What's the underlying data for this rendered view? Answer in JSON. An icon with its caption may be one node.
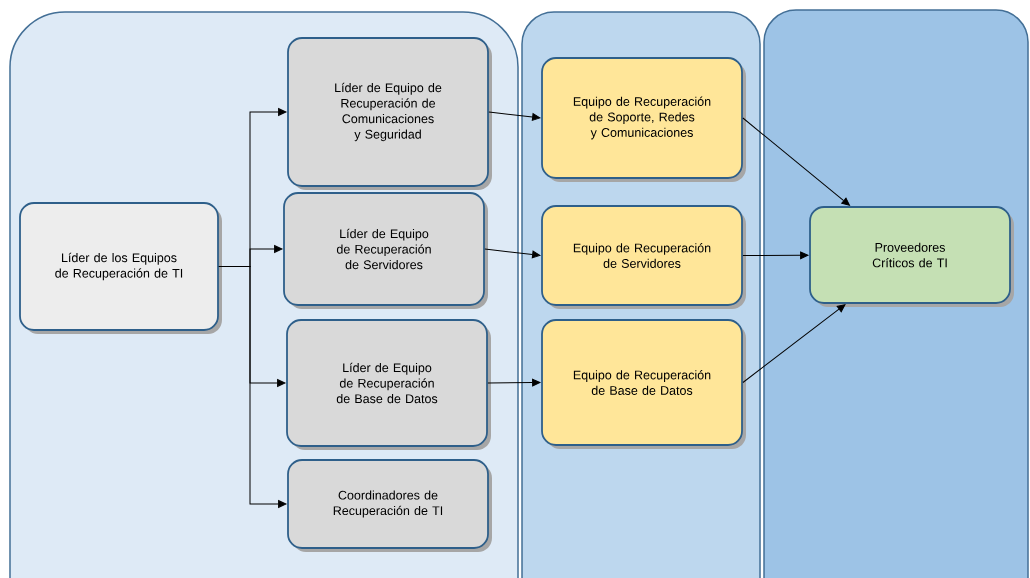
{
  "diagram": {
    "nodes": [
      {
        "text": [],
        "shape": "box"
      },
      {
        "text": [],
        "shape": "box"
      },
      {
        "text": [],
        "shape": "box"
      },
      {
        "text": [
          "Líder de los Equipos de Recuperación de TI"
        ],
        "in": 0
      },
      {
        "text": [
          "Líder de Equipo de Recuperación de Comunicaciones y Seguridad"
        ],
        "in": 0
      },
      {
        "text": [
          "Líder de Equipo de Recuperación de Servidores"
        ],
        "in": 0
      },
      {
        "text": [
          "Líder de Equipo de Recuperación de Base de Datos"
        ],
        "in": 0
      },
      {
        "text": [
          "Coordinadores de Recuperación de TI"
        ],
        "in": 0
      },
      {
        "text": [
          "Equipo de Recuperación de Soporte, Redes y Comunicaciones"
        ],
        "in": 1
      },
      {
        "text": [
          "Equipo de Recuperación de Servidores"
        ],
        "in": 1
      },
      {
        "text": [
          "Equipo de Recuperación de Base de Datos"
        ],
        "in": 1
      },
      {
        "text": [
          "Proveedores Críticos de TI"
        ],
        "in": 2
      }
    ],
    "edges": [
      {
        "from": 3,
        "to": 4,
        "arrow": "to"
      },
      {
        "from": 3,
        "to": 5,
        "arrow": "to"
      },
      {
        "from": 3,
        "to": 6,
        "arrow": "to"
      },
      {
        "from": 3,
        "to": 7,
        "arrow": "to"
      },
      {
        "from": 4,
        "to": 8,
        "arrow": "to"
      },
      {
        "from": 5,
        "to": 9,
        "arrow": "to"
      },
      {
        "from": 6,
        "to": 10,
        "arrow": "to"
      },
      {
        "from": 8,
        "to": 11,
        "arrow": "to"
      },
      {
        "from": 9,
        "to": 11,
        "arrow": "to"
      },
      {
        "from": 10,
        "to": 11,
        "arrow": "to"
      }
    ]
  }
}
